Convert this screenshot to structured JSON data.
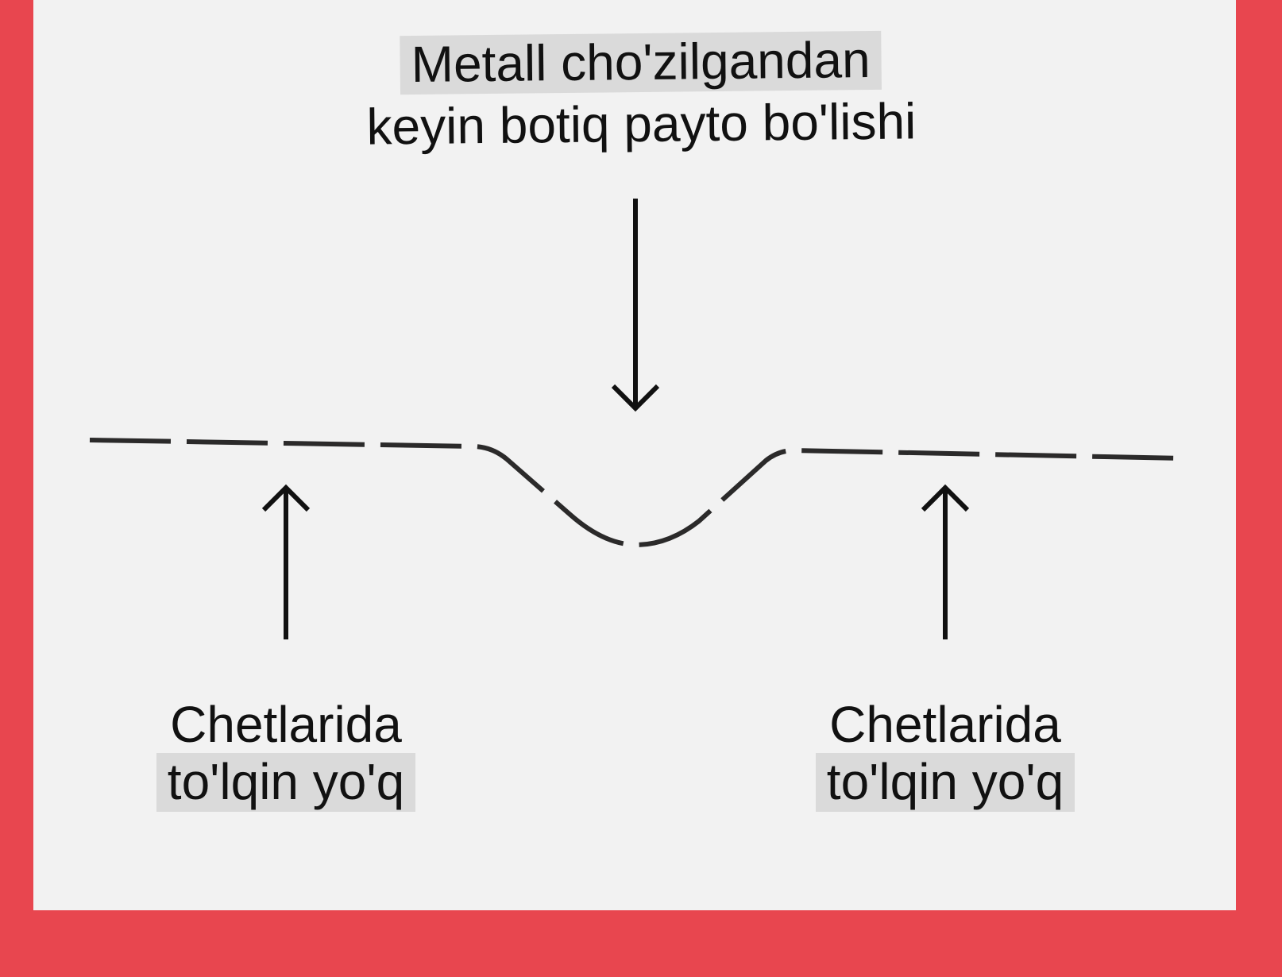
{
  "colors": {
    "frame": "#E8464F",
    "panel": "#F2F2F2",
    "highlight": "#DADADA",
    "ink": "#111111",
    "curve": "#2B2A2A"
  },
  "top_caption": {
    "line1": "Metall cho'zilgandan",
    "line2": "keyin botiq payto bo'lishi"
  },
  "left_caption": {
    "line1": "Chetlarida",
    "line2": "to'lqin yo'q"
  },
  "right_caption": {
    "line1": "Chetlarida",
    "line2": "to'lqin yo'q"
  }
}
